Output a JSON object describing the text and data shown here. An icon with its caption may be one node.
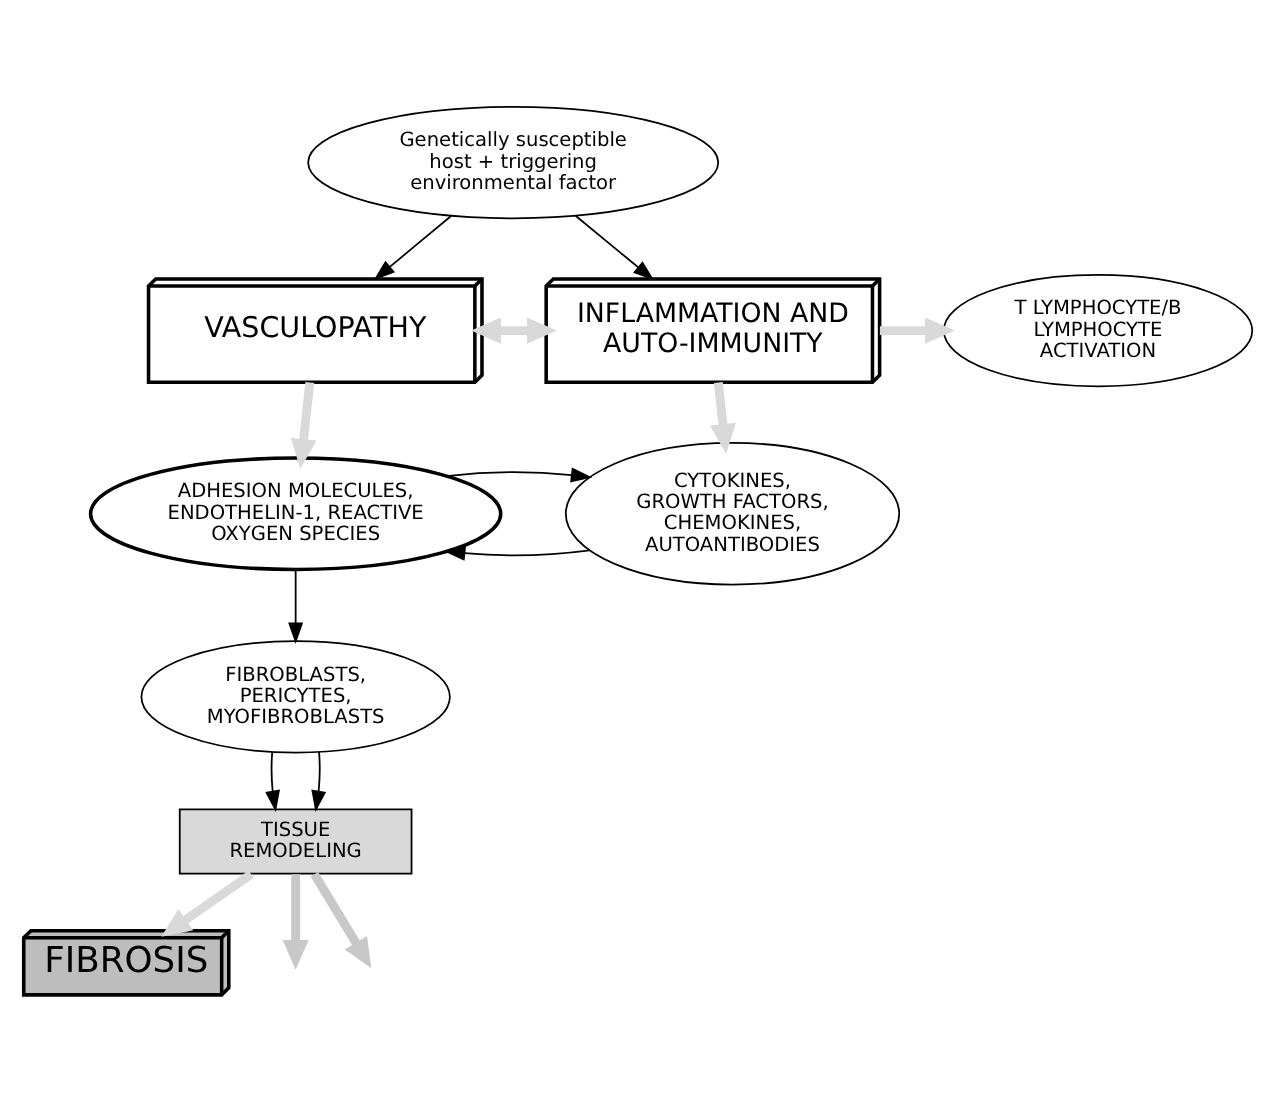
{
  "diagram": {
    "nodes": [
      {
        "text": [
          "Genetically susceptible host + triggering environmental factor"
        ]
      },
      {
        "text": [
          "T LYMPHOCYTE/B LYMPHOCYTE ACTIVATION"
        ]
      },
      {
        "text": [
          "VASCULOPATHY"
        ]
      },
      {
        "text": [
          "INFLAMMATION AND AUTO-IMMUNITY"
        ]
      },
      {
        "text": [
          "ADHESION MOLECULES, ENDOTHELIN-1, REACTIVE OXYGEN SPECIES"
        ]
      },
      {
        "text": [
          "CYTOKINES, GROWTH FACTORS, CHEMOKINES, AUTOANTIBODIES"
        ]
      },
      {
        "text": [
          "FIBROBLASTS, PERICYTES, MYOFIBROBLASTS"
        ]
      },
      {
        "text": [
          "TISSUE REMODELING"
        ]
      },
      {
        "text": [
          "FIBROSIS"
        ]
      }
    ],
    "edges": [
      {
        "from": 0,
        "to": 2,
        "arrow": "to"
      },
      {
        "from": 0,
        "to": 3,
        "arrow": "to"
      },
      {
        "from": 2,
        "to": 3,
        "arrow": "both",
        "style": "thick",
        "color": "#d9d9d9"
      },
      {
        "from": 3,
        "to": 1,
        "arrow": "to",
        "style": "thick",
        "color": "#d9d9d9"
      },
      {
        "from": 2,
        "to": 4,
        "arrow": "to",
        "style": "thick",
        "color": "#d9d9d9"
      },
      {
        "from": 3,
        "to": 5,
        "arrow": "to",
        "style": "thick",
        "color": "#d9d9d9"
      },
      {
        "from": 5,
        "to": 4,
        "arrow": "to"
      },
      {
        "from": 4,
        "to": 5,
        "arrow": "to"
      },
      {
        "from": 4,
        "to": 6,
        "arrow": "to"
      },
      {
        "from": 6,
        "to": 7,
        "arrow": "to"
      },
      {
        "from": 6,
        "to": 7,
        "arrow": "to"
      },
      {
        "from": 7,
        "to": null,
        "arrow": "to",
        "style": "thick",
        "color": "#c8c8c8"
      },
      {
        "from": 7,
        "to": 8,
        "arrow": "to",
        "style": "thick",
        "color": "#d9d9d9"
      },
      {
        "from": 7,
        "to": null,
        "arrow": "to",
        "style": "thick",
        "color": "#c8c8c8"
      }
    ]
  }
}
